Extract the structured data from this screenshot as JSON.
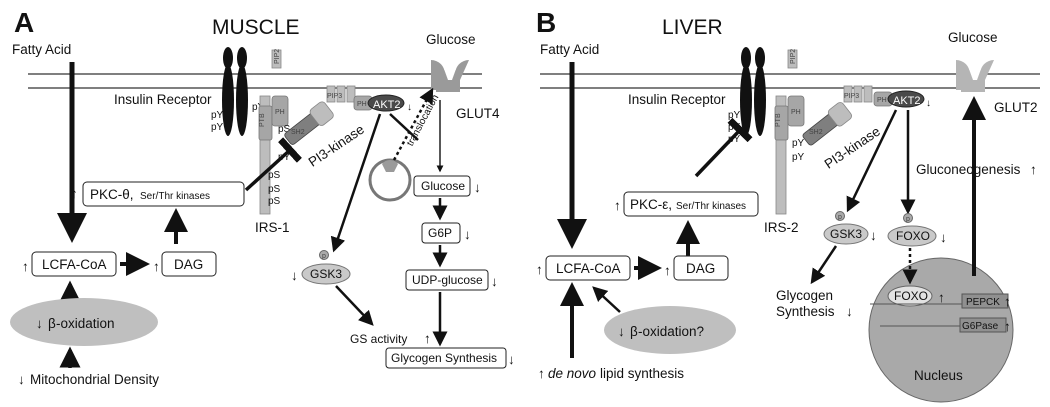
{
  "panel_a": {
    "letter": "A",
    "organ": "MUSCLE",
    "fatty_acid": "Fatty Acid",
    "glucose": "Glucose",
    "glut": "GLUT4",
    "insulin_receptor": "Insulin Receptor",
    "pkc": "PKC-θ,",
    "pkc_sub": "Ser/Thr kinases",
    "irs": "IRS-1",
    "lcfa": "LCFA-CoA",
    "dag": "DAG",
    "beta_ox_prefix": "β",
    "beta_ox_rest": "-oxidation",
    "mito": "Mitochondrial Density",
    "gsk3": "GSK3",
    "gs_activity": "GS activity",
    "glucose_box": "Glucose",
    "g6p": "G6P",
    "udp": "UDP-glucose",
    "glycogen_synth": "Glycogen Synthesis",
    "translocation": "translocation",
    "pi3k": "PI3-kinase",
    "akt2": "AKT2",
    "ph": "PH",
    "ptb": "PTB",
    "sh2": "SH2",
    "py": "pY",
    "ps": "pS",
    "p": "p",
    "pip2": "PIP2",
    "pip3": "PIP3"
  },
  "panel_b": {
    "letter": "B",
    "organ": "LIVER",
    "fatty_acid": "Fatty Acid",
    "glucose": "Glucose",
    "glut": "GLUT2",
    "insulin_receptor": "Insulin Receptor",
    "pkc": "PKC-ε,",
    "pkc_sub": "Ser/Thr kinases",
    "irs": "IRS-2",
    "lcfa": "LCFA-CoA",
    "dag": "DAG",
    "beta_ox_prefix": "β",
    "beta_ox_rest": "-oxidation?",
    "denovo_italic": "de novo",
    "denovo_rest": "lipid synthesis",
    "gsk3": "GSK3",
    "foxo": "FOXO",
    "foxo_nuc": "FOXO",
    "glycogen": "Glycogen",
    "synthesis": "Synthesis",
    "gluconeo": "Gluconeogenesis",
    "pepck": "PEPCK",
    "g6pase": "G6Pase",
    "nucleus": "Nucleus",
    "pi3k": "PI3-kinase",
    "akt2": "AKT2",
    "ph": "PH",
    "ptb": "PTB",
    "sh2": "SH2",
    "py": "pY",
    "p": "p",
    "pip2": "PIP2",
    "pip3": "PIP3"
  }
}
